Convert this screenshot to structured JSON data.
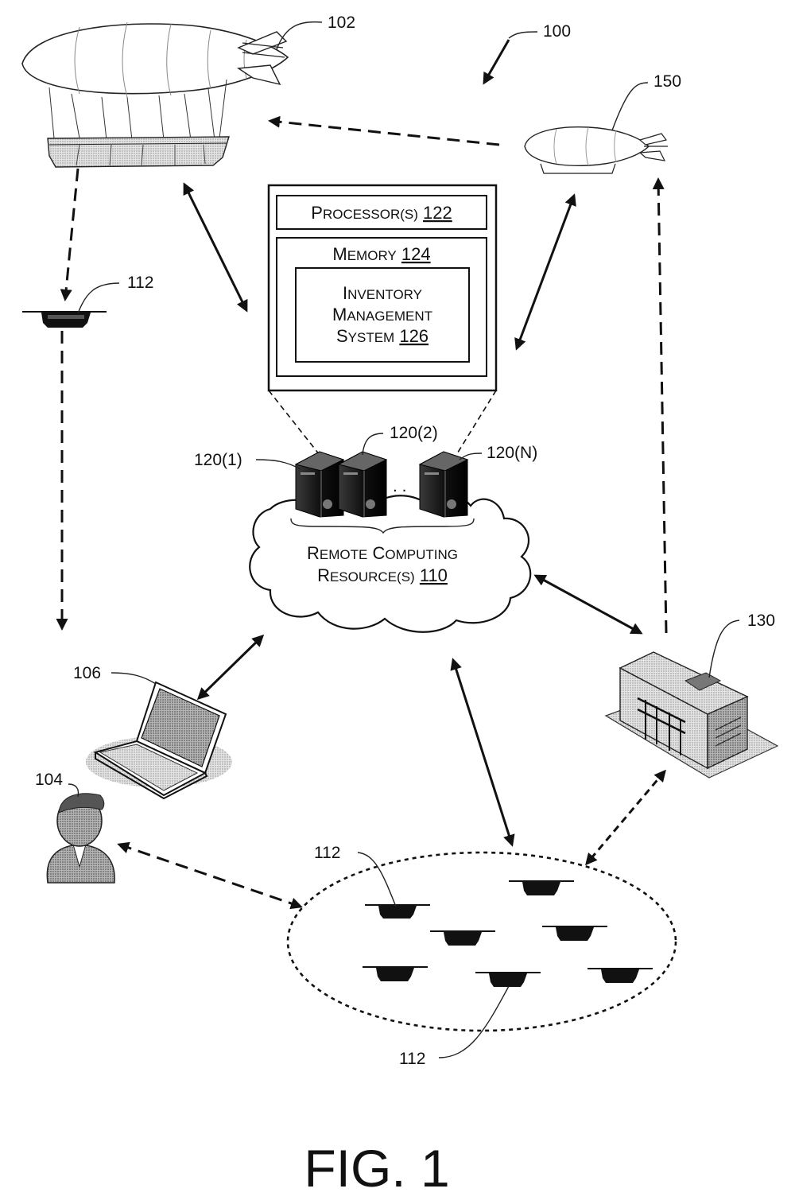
{
  "labels": {
    "system": "100",
    "airship": "102",
    "user": "104",
    "laptop": "106",
    "resources_ref": "110",
    "node_top": "112",
    "nodes_a": "112",
    "nodes_b": "112",
    "server_1": "120(1)",
    "server_2": "120(2)",
    "server_n": "120(N)",
    "processor_ref": "122",
    "memory_ref": "124",
    "ims_ref": "126",
    "warehouse": "130",
    "shuttle": "150",
    "ellipsis": ". ."
  },
  "server_box": {
    "processor": {
      "big": "P",
      "small": "ROCESSOR(S)"
    },
    "memory": {
      "big": "M",
      "small": "EMORY"
    },
    "ims_line1": {
      "big": "I",
      "small": "NVENTORY"
    },
    "ims_line2": {
      "big": "M",
      "small": "ANAGEMENT"
    },
    "ims_line3": {
      "big": "S",
      "small": "YSTEM"
    }
  },
  "cloud": {
    "line1_w1": {
      "big": "R",
      "small": "EMOTE"
    },
    "line1_w2": {
      "big": "C",
      "small": "OMPUTING"
    },
    "line2": {
      "big": "R",
      "small": "ESOURCE(S)"
    }
  },
  "figure_caption": "FIG. 1"
}
